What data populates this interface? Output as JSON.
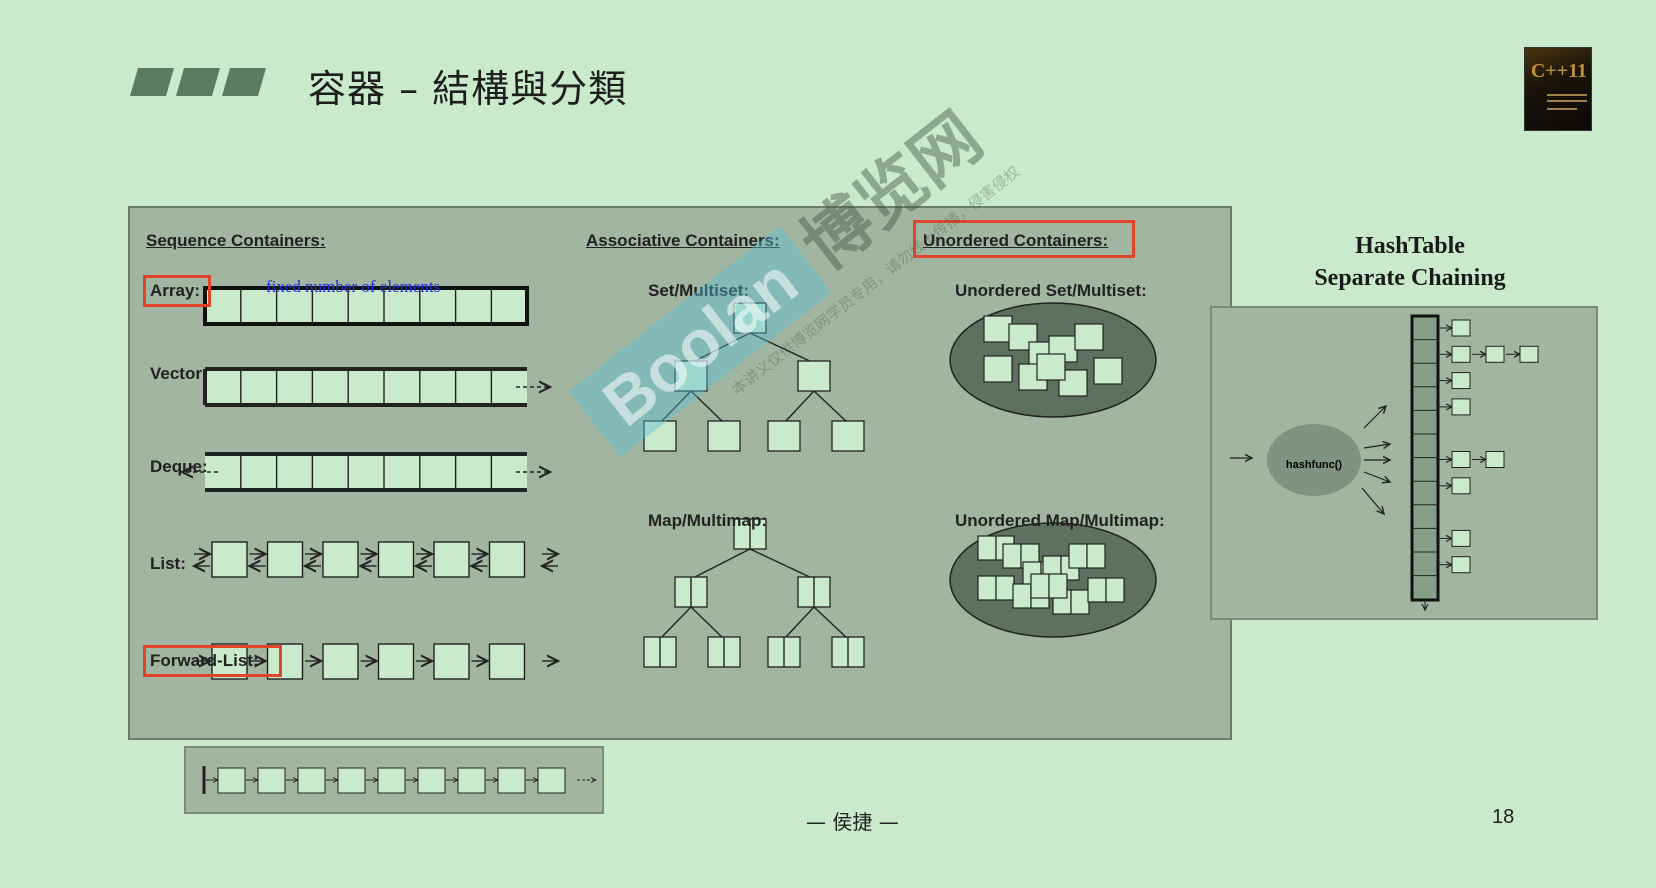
{
  "slide": {
    "title": "容器 – 結構與分類",
    "author": "— 侯捷 —",
    "page_number": "18"
  },
  "book_cover": {
    "title_text": "C++11"
  },
  "diagram": {
    "sequence_heading": "Sequence Containers:",
    "associative_heading": "Associative Containers:",
    "unordered_heading": "Unordered Containers:",
    "array_label": "Array:",
    "fixed_note": "fixed number of elements",
    "vector_label": "Vector:",
    "deque_label": "Deque:",
    "list_label": "List:",
    "forward_list_label": "Forward-List:",
    "set_label": "Set/Multiset:",
    "map_label": "Map/Multimap:",
    "unordered_set_label": "Unordered Set/Multiset:",
    "unordered_map_label": "Unordered Map/Multimap:"
  },
  "hashtable": {
    "title_line1": "HashTable",
    "title_line2": "Separate Chaining",
    "func_label": "hashfunc()"
  },
  "watermark": {
    "logo": "Boolan",
    "cn": "博览网",
    "note": "本讲义仅供博览网学员专用，请勿线上传播，侵害侵权"
  },
  "colors": {
    "background": "#c9ebcb",
    "panel": "#a1b5a0",
    "box_fill": "#c9ebcb",
    "highlight": "#e0452a",
    "note_blue": "#1c2ce0"
  }
}
